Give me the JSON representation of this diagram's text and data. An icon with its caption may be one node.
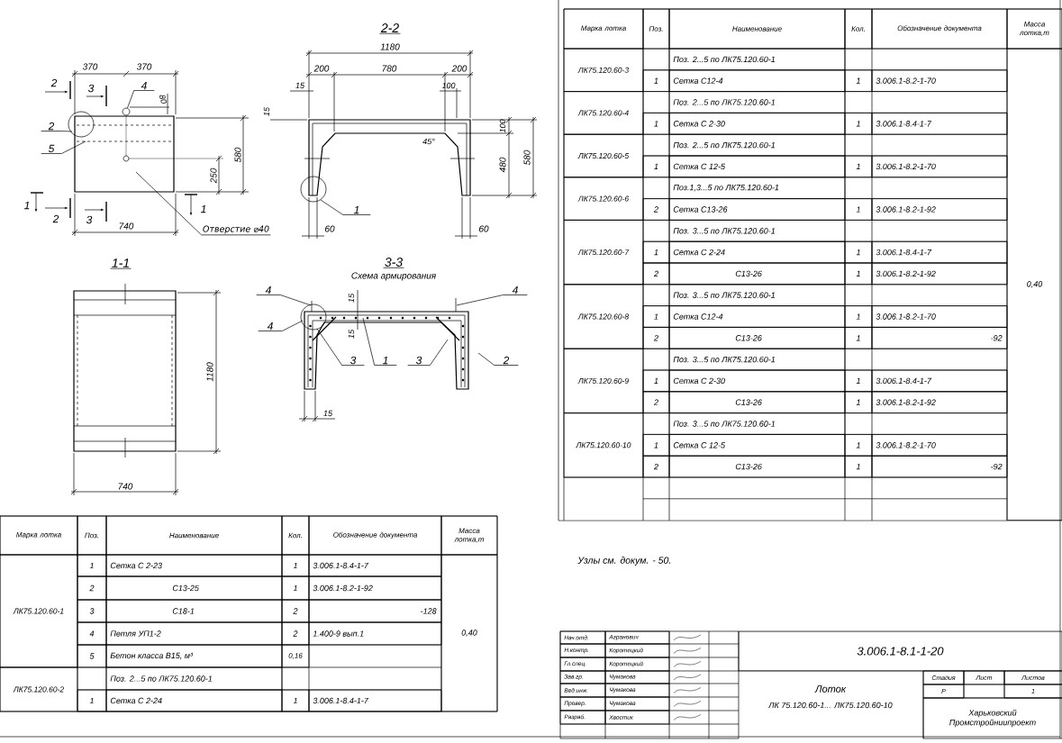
{
  "diagram": {
    "nodes": [
      {
        "text": [
          "2"
        ]
      },
      {
        "text": [
          "5"
        ]
      },
      {
        "text": [
          "4"
        ]
      },
      {
        "text": [
          "Отверстие ⌀40"
        ]
      },
      {
        "text": [
          "1"
        ]
      },
      {
        "text": [
          "4"
        ]
      },
      {
        "text": [
          "4"
        ]
      },
      {
        "text": [
          "3"
        ]
      },
      {
        "text": [
          "1"
        ]
      },
      {
        "text": [
          "3"
        ]
      },
      {
        "text": [
          "4"
        ]
      },
      {
        "text": [
          "2"
        ]
      },
      {
        "text": [],
        "shape": "circle"
      }
    ],
    "edges": [
      {
        "from": 0,
        "to": null,
        "arrow": "none"
      },
      {
        "from": 1,
        "to": null,
        "arrow": "none"
      },
      {
        "from": 2,
        "to": 12,
        "arrow": "none"
      },
      {
        "from": 3,
        "to": null,
        "arrow": "none"
      },
      {
        "from": 4,
        "to": null,
        "arrow": "none"
      },
      {
        "from": 5,
        "to": null,
        "arrow": "none"
      },
      {
        "from": 6,
        "to": null,
        "arrow": "none"
      },
      {
        "from": 7,
        "to": null,
        "arrow": "none"
      },
      {
        "from": 8,
        "to": null,
        "arrow": "none"
      },
      {
        "from": 9,
        "to": null,
        "arrow": "none"
      },
      {
        "from": 10,
        "to": null,
        "arrow": "none"
      },
      {
        "from": 11,
        "to": null,
        "arrow": "none"
      }
    ],
    "labels": [
      "370",
      "370",
      "80",
      "580",
      "250",
      "740",
      "2",
      "3",
      "2",
      "3",
      "1",
      "1",
      "2-2",
      "1180",
      "200",
      "780",
      "200",
      "15",
      "15",
      "100",
      "100",
      "45°",
      "480",
      "580",
      "60",
      "60",
      "1-1",
      "1180",
      "740",
      "3-3",
      "Схема армирования",
      "15",
      "15",
      "15",
      "Марка лотка",
      "Поз.",
      "Наименование",
      "Кол.",
      "Обозначение документа",
      "Масса лотка,т",
      "ЛК75.120.60-1",
      "1",
      "Сетка С 2-23",
      "1",
      "3.006.1-8.4-1-7",
      "0,40",
      "2",
      "С13-25",
      "1",
      "3.006.1-8.2-1-92",
      "3",
      "С18-1",
      "2",
      "-128",
      "4",
      "Петля УП1-2",
      "2",
      "1.400-9 вып.1",
      "5",
      "Бетон класса В15, м³",
      "0,16",
      "ЛК75.120.60-2",
      "Поз. 2...5 по ЛК75.120.60-1",
      "1",
      "Сетка С 2-24",
      "1",
      "3.006.1-8.4-1-7",
      "Марка лотка",
      "Поз.",
      "Наименование",
      "Кол.",
      "Обозначение документа",
      "Масса лотка,т",
      "ЛК75.120.60-3",
      "Поз. 2...5 по ЛК75.120.60-1",
      "0,40",
      "1",
      "Сетка С12-4",
      "1",
      "3.006.1-8.2-1-70",
      "ЛК75.120.60-4",
      "Поз. 2...5 по ЛК75.120.60-1",
      "1",
      "Сетка С 2-30",
      "1",
      "3.006.1-8.4-1-7",
      "ЛК75.120.60-5",
      "Поз. 2...5 по ЛК75.120.60-1",
      "1",
      "Сетка С 12-5",
      "1",
      "3.006.1-8.2-1-70",
      "ЛК75.120.60-6",
      "Поз.1,3...5 по ЛК75.120.60-1",
      "2",
      "Сетка С13-26",
      "1",
      "3.006.1-8.2-1-92",
      "ЛК75.120.60-7",
      "Поз. 3...5 по ЛК75.120.60-1",
      "1",
      "Сетка С 2-24",
      "1",
      "3.006.1-8.4-1-7",
      "2",
      "С13-26",
      "1",
      "3.006.1-8.2-1-92",
      "ЛК75.120.60-8",
      "Поз. 3...5 по ЛК75.120.60-1",
      "1",
      "Сетка С12-4",
      "1",
      "3.006.1-8.2-1-70",
      "2",
      "С13-26",
      "1",
      "-92",
      "ЛК75.120.60-9",
      "Поз. 3...5 по ЛК75.120.60-1",
      "1",
      "Сетка С 2-30",
      "1",
      "3.006.1-8.4-1-7",
      "2",
      "С13-26",
      "1",
      "3.006.1-8.2-1-92",
      "ЛК75.120.60-10",
      "Поз. 3...5 по ЛК75.120.60-1",
      "1",
      "Сетка С 12-5",
      "1",
      "3.006.1-8.2-1-70",
      "2",
      "С13-26",
      "1",
      "-92",
      "Узлы см. докум. - 50.",
      "Нач.отд.",
      "Агранович",
      "Н.контр.",
      "Коротецкий",
      "Гл.спец.",
      "Коротецкий",
      "Зав.гр.",
      "Чумакова",
      "Вед.инж.",
      "Чумакова",
      "Провер.",
      "Чумакова",
      "Разраб.",
      "Хвостик",
      "3.006.1-8.1-1-20",
      "Лоток",
      "ЛК 75.120.60-1... ЛК75.120.60-10",
      "Стадия",
      "Лист",
      "Листов",
      "Р",
      "1",
      "Харьковский Промстройниипроект"
    ]
  }
}
